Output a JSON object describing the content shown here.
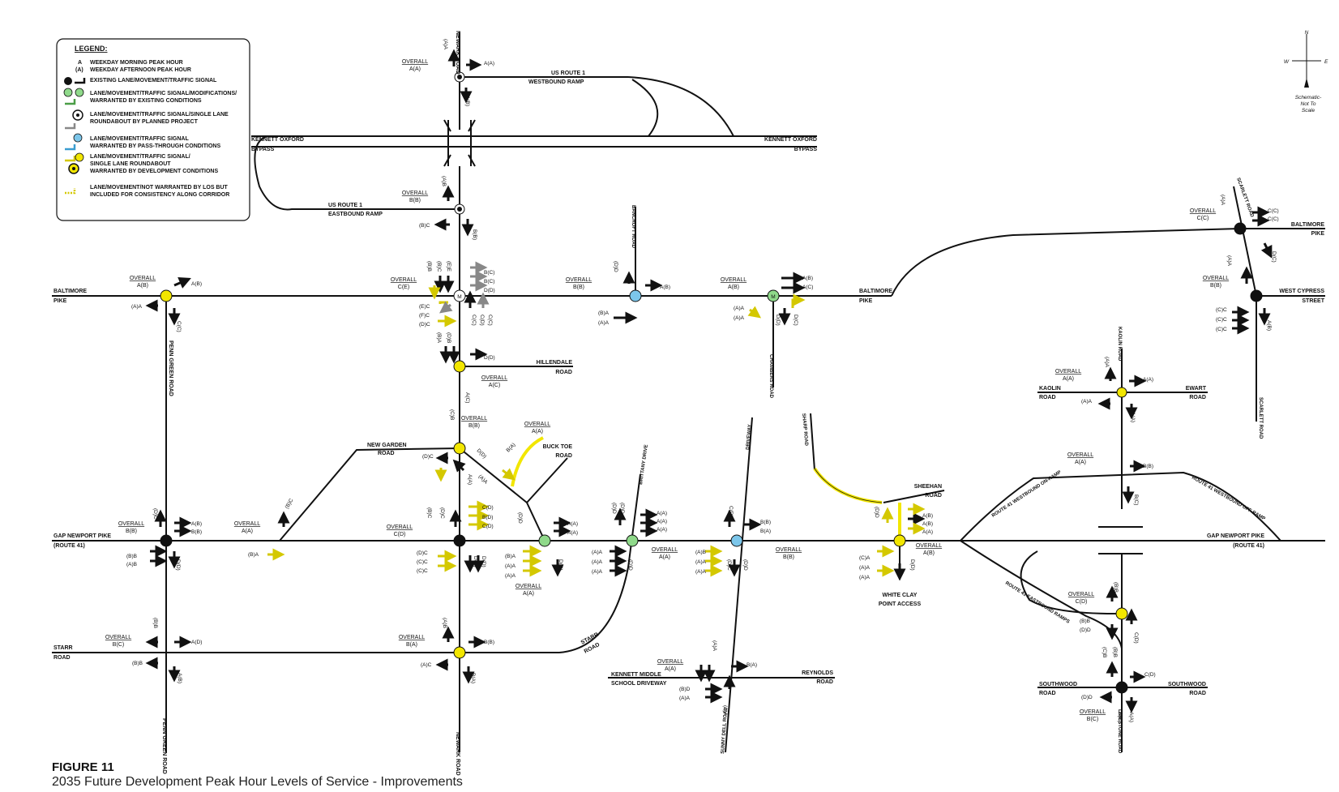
{
  "figure": {
    "number": "FIGURE 11",
    "caption": "2035 Future Development Peak Hour Levels of Service - Improvements"
  },
  "legend": {
    "title": "LEGEND:",
    "rows": [
      {
        "key": "A",
        "text": "WEEKDAY MORNING PEAK HOUR"
      },
      {
        "key": "(A)",
        "text": "WEEKDAY AFTERNOON PEAK HOUR"
      },
      {
        "key": "black",
        "text": "EXISTING LANE/MOVEMENT/TRAFFIC SIGNAL"
      },
      {
        "key": "green",
        "text": "LANE/MOVEMENT/TRAFFIC SIGNAL/MODIFICATIONS/",
        "text2": "WARRANTED BY EXISTING CONDITIONS"
      },
      {
        "key": "roundabout",
        "text": "LANE/MOVEMENT/TRAFFIC SIGNAL/SINGLE LANE",
        "text2": "ROUNDABOUT BY PLANNED PROJECT"
      },
      {
        "key": "blue",
        "text": "LANE/MOVEMENT/TRAFFIC SIGNAL",
        "text2": "WARRANTED BY PASS-THROUGH CONDITIONS"
      },
      {
        "key": "yellow",
        "text": "LANE/MOVEMENT/TRAFFIC SIGNAL/",
        "text2": "SINGLE LANE ROUNDABOUT",
        "text3": "WARRANTED BY DEVELOPMENT CONDITIONS"
      },
      {
        "key": "yellow-hatched",
        "text": "LANE/MOVEMENT/NOT WARRANTED BY LOS BUT",
        "text2": "INCLUDED FOR CONSISTENCY ALONG CORRIDOR"
      }
    ]
  },
  "north": {
    "n": "N",
    "w": "W",
    "e": "E",
    "note1": "Schematic-",
    "note2": "Not To",
    "note3": "Scale"
  },
  "colors": {
    "road": "#111111",
    "existing": "#111111",
    "existing_mod": "#8fd98a",
    "pass_through": "#7cc6ea",
    "development": "#f2e600",
    "planned": "#ffffff"
  },
  "roads": {
    "baltimore_pike_w": [
      "BALTIMORE",
      "PIKE"
    ],
    "baltimore_pike_mid": [
      "BALTIMORE",
      "PIKE"
    ],
    "baltimore_pike_e": [
      "BALTIMORE",
      "PIKE"
    ],
    "west_cypress": [
      "WEST CYPRESS",
      "STREET"
    ],
    "kennett_w": [
      "KENNETT OXFORD",
      "BYPASS"
    ],
    "kennett_e": [
      "KENNETT OXFORD",
      "BYPASS"
    ],
    "us1_wb": [
      "US ROUTE 1",
      "WESTBOUND RAMP"
    ],
    "us1_eb": [
      "US ROUTE 1",
      "EASTBOUND RAMP"
    ],
    "newark_n": "NEWARK ROAD",
    "newark_s": "NEWARK ROAD",
    "penn_green_n": "PENN GREEN ROAD",
    "penn_green_s": "PENN GREEN ROAD",
    "gap_newport_w": [
      "GAP NEWPORT PIKE",
      "(ROUTE 41)"
    ],
    "gap_newport_e": [
      "GAP NEWPORT PIKE",
      "(ROUTE 41)"
    ],
    "starr": [
      "STARR",
      "ROAD"
    ],
    "starr_curve": [
      "STARR",
      "ROAD"
    ],
    "new_garden": [
      "NEW GARDEN",
      "ROAD"
    ],
    "hillendale": [
      "HILLENDALE",
      "ROAD"
    ],
    "buck_toe": [
      "BUCK TOE",
      "ROAD"
    ],
    "bancroft": "BANCROFT ROAD",
    "chambers": "CHAMBERS ROAD",
    "brittany": "BRITTANY DRIVE",
    "driveway": "DRIVEWAY",
    "sharp": "SHARP ROAD",
    "sheehan": [
      "SHEEHAN",
      "ROAD"
    ],
    "white_clay": [
      "WHITE CLAY",
      "POINT ACCESS"
    ],
    "kennett_middle": [
      "KENNETT MIDDLE",
      "SCHOOL DRIVEWAY"
    ],
    "reynolds": [
      "REYNOLDS",
      "ROAD"
    ],
    "sunny_dell": "SUNNY DELL ROAD",
    "scarlett_n": "SCARLETT ROAD",
    "scarlett_s": "SCARLETT ROAD",
    "kaolin_n": "KAOLIN ROAD",
    "kaolin_w": [
      "KAOLIN",
      "ROAD"
    ],
    "ewart": [
      "EWART",
      "ROAD"
    ],
    "rt41_wb_on": "ROUTE 41 WESTBOUND ON-RAMP",
    "rt41_wb_off": "ROUTE 41 WESTBOUND OFF-RAMP",
    "rt41_eb": "ROUTE 41 EASTBOUND RAMPS",
    "southwood_w": [
      "SOUTHWOOD",
      "ROAD"
    ],
    "southwood_e": [
      "SOUTHWOOD",
      "ROAD"
    ],
    "limestone": "LIMESTONE ROAD"
  },
  "intersections": [
    {
      "id": "newark-us1-wb",
      "overall": [
        "OVERALL",
        "A(A)"
      ],
      "labels": [
        "(A)A",
        "A(A)",
        "A(B)"
      ]
    },
    {
      "id": "newark-us1-eb",
      "overall": [
        "OVERALL",
        "B(B)"
      ],
      "labels": [
        "(A)B",
        "(B)C",
        "B(B)"
      ]
    },
    {
      "id": "baltimore-penngreen",
      "overall": [
        "OVERALL",
        "A(B)"
      ],
      "labels": [
        "A(B)",
        "(A)A",
        "C(C)"
      ]
    },
    {
      "id": "baltimore-newark",
      "overall": [
        "OVERALL",
        "C(E)"
      ],
      "labels": [
        "(B)B",
        "(B)C",
        "(E)E",
        "B(C)",
        "B(C)",
        "D(D)",
        "(E)C",
        "(F)C",
        "(D)C",
        "C(C)",
        "C(D)",
        "C(C)"
      ]
    },
    {
      "id": "newark-hillendale",
      "overall": [
        "OVERALL",
        "A(C)"
      ],
      "labels": [
        "(B)A",
        "(D)B",
        "D(D)",
        "A(C)"
      ]
    },
    {
      "id": "baltimore-bancroft",
      "overall": [
        "OVERALL",
        "B(B)"
      ],
      "labels": [
        "(D)D",
        "A(B)",
        "(B)A",
        "(A)A"
      ]
    },
    {
      "id": "baltimore-chambers",
      "overall": [
        "OVERALL",
        "A(B)"
      ],
      "labels": [
        "A(B)",
        "A(C)",
        "(A)A",
        "(A)A",
        "D(D)",
        "D(C)"
      ]
    },
    {
      "id": "baltimore-scarlett",
      "overall": [
        "OVERALL",
        "C(C)"
      ],
      "labels": [
        "(A)A",
        "C(C)",
        "C(C)",
        "D(C)"
      ]
    },
    {
      "id": "westcypress-scarlett",
      "overall": [
        "OVERALL",
        "B(B)"
      ],
      "labels": [
        "(A)A",
        "(C)C",
        "(C)C",
        "(C)C",
        "A(B)"
      ]
    },
    {
      "id": "newgarden-newark",
      "overall": [
        "OVERALL",
        "B(B)"
      ],
      "labels": [
        "(C)B",
        "(D)C",
        "D(D)",
        "A(A)",
        "(A)A"
      ]
    },
    {
      "id": "bucktoe",
      "overall": [
        "OVERALL",
        "A(A)"
      ],
      "labels": [
        "B(A)"
      ]
    },
    {
      "id": "gap-penngreen",
      "overall": [
        "OVERALL",
        "B(B)"
      ],
      "labels": [
        "(D)C",
        "A(B)",
        "B(B)",
        "(B)B",
        "(A)B",
        "D(D)"
      ]
    },
    {
      "id": "gap-newgarden-w",
      "overall": [
        "OVERALL",
        "A(A)"
      ],
      "labels": [
        "(B)C",
        "(B)A"
      ]
    },
    {
      "id": "gap-newark",
      "overall": [
        "OVERALL",
        "C(D)"
      ],
      "labels": [
        "(B)C",
        "(D)C",
        "C(D)",
        "B(D)",
        "C(D)",
        "(D)C",
        "(C)C",
        "(C)C",
        "D(D)",
        "D(D)"
      ]
    },
    {
      "id": "gap-bucktoe",
      "overall": [
        "OVERALL",
        "A(A)"
      ],
      "labels": [
        "(D)D",
        "A(A)",
        "A(A)",
        "(B)A",
        "(A)A",
        "(A)A",
        "D(D)"
      ]
    },
    {
      "id": "gap-brittany",
      "overall": [
        "OVERALL",
        "A(A)"
      ],
      "labels": [
        "(D)D",
        "(D)D",
        "A(A)",
        "A(A)",
        "A(A)",
        "(A)A",
        "(A)A",
        "(A)A",
        "(D)D"
      ]
    },
    {
      "id": "gap-driveway",
      "overall": [
        "OVERALL",
        "B(B)"
      ],
      "labels": [
        "C(D)",
        "B(B)",
        "B(A)",
        "(A)B",
        "(A)A",
        "(A)A",
        "(D)C",
        "(D)D"
      ]
    },
    {
      "id": "gap-sheehan",
      "overall": [
        "OVERALL",
        "A(B)"
      ],
      "labels": [
        "(D)D",
        "A(B)",
        "A(B)",
        "A(A)",
        "(C)A",
        "(A)A",
        "(A)A",
        "D(D)"
      ]
    },
    {
      "id": "kaolin-ewart",
      "overall": [
        "OVERALL",
        "A(A)"
      ],
      "labels": [
        "(A)A",
        "A(A)",
        "(A)A",
        "A(A)"
      ]
    },
    {
      "id": "rt41-wb-ramps",
      "overall": [
        "OVERALL",
        "A(A)"
      ],
      "labels": [
        "B(B)",
        "B(C)"
      ]
    },
    {
      "id": "starr-penngreen",
      "overall": [
        "OVERALL",
        "B(C)"
      ],
      "labels": [
        "(B)B",
        "A(D)",
        "(B)B",
        "A(B)"
      ]
    },
    {
      "id": "starr-newark",
      "overall": [
        "OVERALL",
        "B(A)"
      ],
      "labels": [
        "(A)B",
        "B(B)",
        "(A)C",
        "B(A)"
      ]
    },
    {
      "id": "kennett-middle",
      "overall": [
        "OVERALL",
        "A(A)"
      ],
      "labels": [
        "(A)A",
        "B(A)",
        "(B)D",
        "(A)A",
        "(A)A"
      ]
    },
    {
      "id": "rt41-eb-ramps",
      "overall": [
        "OVERALL",
        "C(D)"
      ],
      "labels": [
        "(B)B",
        "(B)B",
        "(D)D",
        "C(D)"
      ]
    },
    {
      "id": "southwood-limestone",
      "overall": [
        "OVERALL",
        "B(C)"
      ],
      "labels": [
        "(C)B",
        "(B)B",
        "C(D)",
        "(D)D",
        "B(C)",
        "A(A)"
      ]
    }
  ]
}
